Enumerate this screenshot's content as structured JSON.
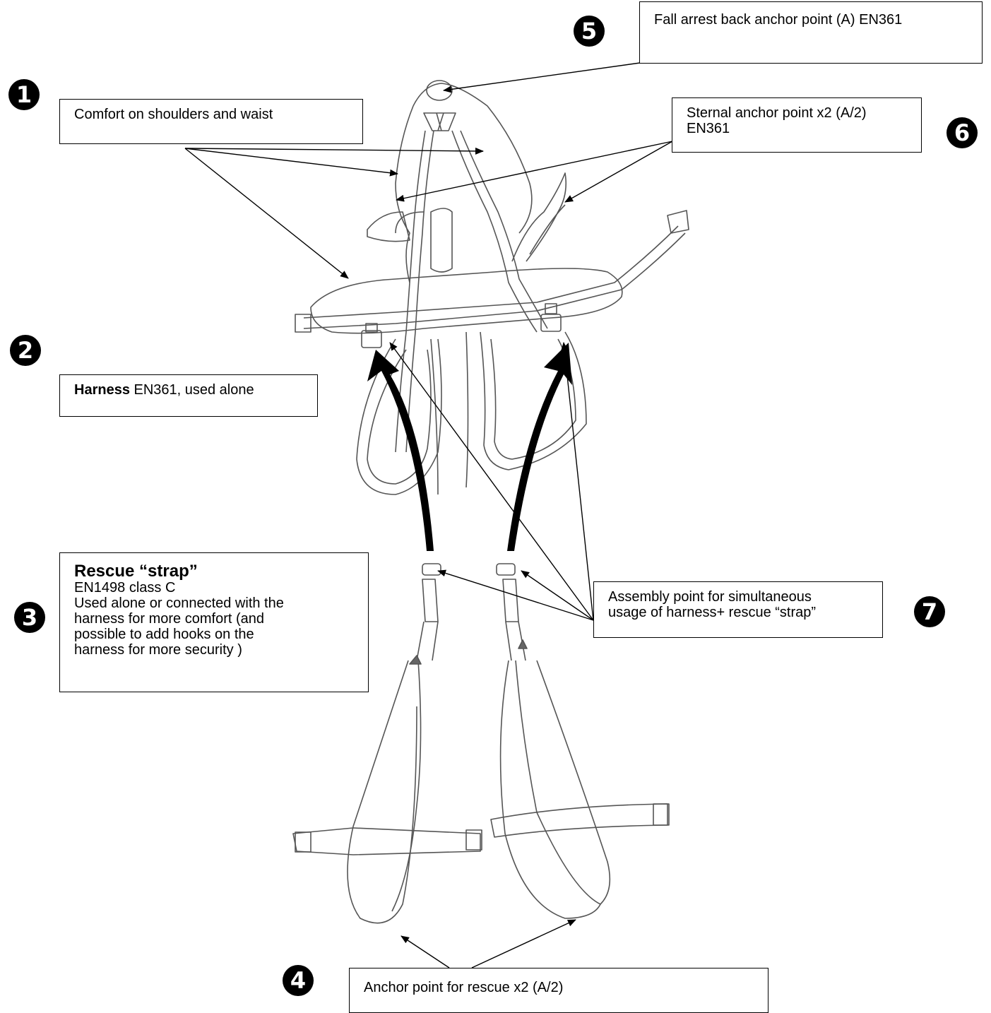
{
  "labels": {
    "comfort": "Comfort on shoulders and waist",
    "harness_bold": "Harness",
    "harness_rest": " EN361, used alone",
    "rescue_title": "Rescue “strap”",
    "rescue_line1": "EN1498 class C",
    "rescue_line2": "Used alone or connected with the",
    "rescue_line3": "harness for more comfort (and",
    "rescue_line4": "possible to add hooks on the",
    "rescue_line5": "harness for more security )",
    "anchor_rescue": "Anchor point for rescue x2 (A/2)",
    "fall_arrest": "Fall arrest back anchor point (A) EN361",
    "sternal_line1": "Sternal anchor point x2 (A/2)",
    "sternal_line2": "EN361",
    "assembly_line1": "Assembly point for simultaneous",
    "assembly_line2": "usage of harness+ rescue “strap”"
  },
  "numbers": [
    "1",
    "2",
    "3",
    "4",
    "5",
    "6",
    "7"
  ]
}
